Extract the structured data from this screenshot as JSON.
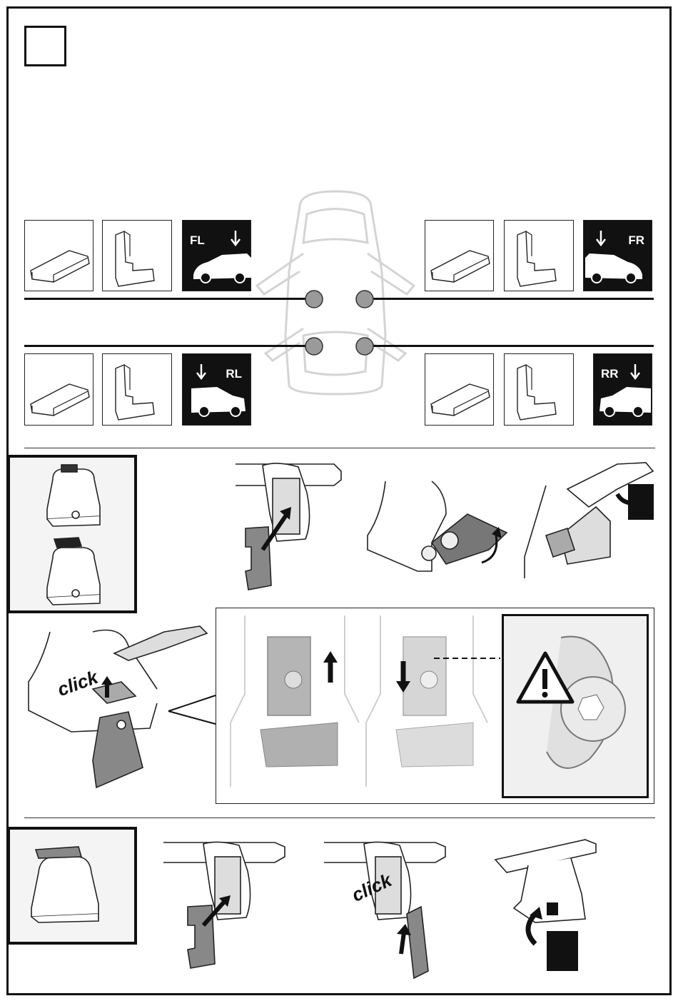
{
  "step": {
    "number": ""
  },
  "positions": {
    "front_left": "FL",
    "front_right": "FR",
    "rear_left": "RL",
    "rear_right": "RR"
  },
  "click_labels": {
    "install": "click",
    "bar_click": "click"
  },
  "icons": {
    "warning": "warning-triangle-icon",
    "arrow_up": "arrow-up-icon",
    "arrow_down": "arrow-down-icon",
    "rotate": "rotate-arrow-icon"
  },
  "colors": {
    "ink": "#111111",
    "panel_bg": "#f4f4f4",
    "mid_gray": "#888888",
    "light_gray": "#cfcfcf",
    "dot_gray": "#9a9a9a"
  }
}
